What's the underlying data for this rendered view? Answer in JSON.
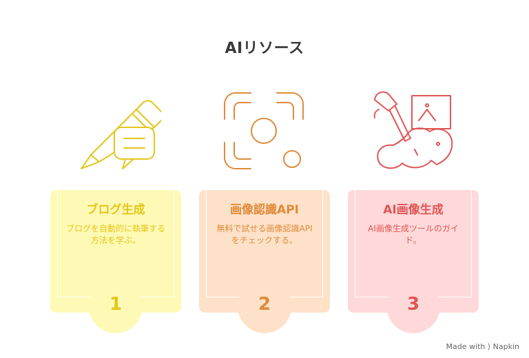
{
  "title": "AIリソース",
  "cards": [
    {
      "heading": "ブログ生成",
      "description": "ブログを自動的に執筆する方法を学ぶ。",
      "number": "1",
      "icon": "pencil-speech-bubble-icon",
      "colors": {
        "accent": "#e3c61a",
        "bg": "#fef9b4"
      }
    },
    {
      "heading": "画像認識API",
      "description": "無料で試せる画像認識APIをチェックする。",
      "number": "2",
      "icon": "image-recognition-scan-icon",
      "colors": {
        "accent": "#e08a3a",
        "bg": "#fde2c9"
      }
    },
    {
      "heading": "AI画像生成",
      "description": "AI画像生成ツールのガイド。",
      "number": "3",
      "icon": "paintbrush-elephant-icon",
      "colors": {
        "accent": "#e05555",
        "bg": "#ffd9d9"
      }
    }
  ],
  "watermark": "Made with ⟩ Napkin"
}
